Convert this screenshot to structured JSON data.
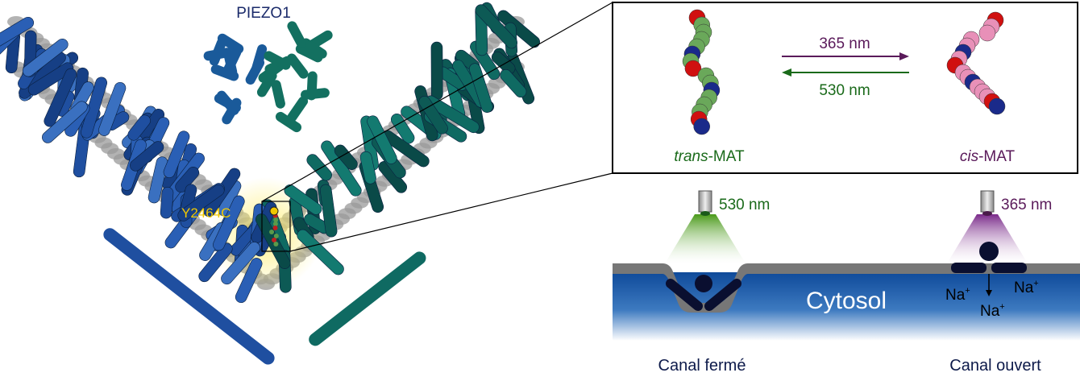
{
  "protein": {
    "title": "PIEZO1",
    "mutation_label": "Y2464C"
  },
  "inset": {
    "forward_wavelength": "365 nm",
    "reverse_wavelength": "530 nm",
    "trans_prefix": "trans",
    "trans_suffix": "-MAT",
    "cis_prefix": "cis",
    "cis_suffix": "-MAT"
  },
  "schematic": {
    "closed_light": "530 nm",
    "open_light": "365 nm",
    "cytosol_label": "Cytosol",
    "ion": "Na",
    "ion_charge": "+",
    "closed_caption": "Canal fermé",
    "open_caption": "Canal ouvert"
  },
  "colors": {
    "green": "#1a6a1a",
    "purple": "#5a1a5a",
    "navy": "#0d1a4a",
    "yellow": "#f0c800",
    "blue_helix": "#1f4fa0",
    "teal_helix": "#0f6a62"
  }
}
